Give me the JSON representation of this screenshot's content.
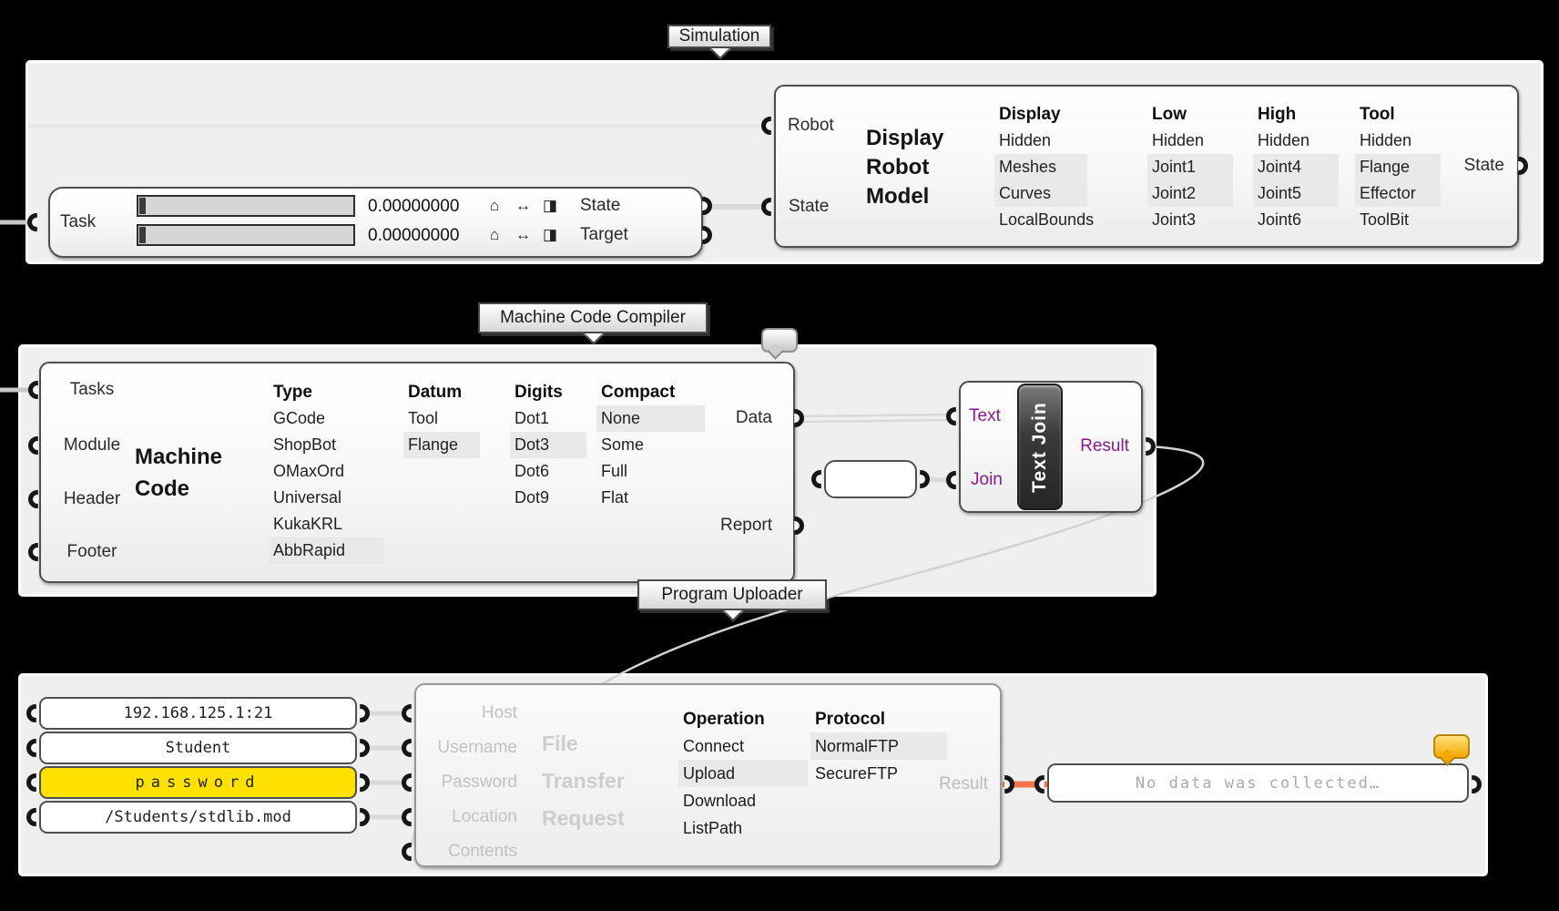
{
  "groups": {
    "simulation": {
      "label": "Simulation"
    },
    "compiler": {
      "label": "Machine Code Compiler"
    },
    "uploader": {
      "label": "Program Uploader"
    }
  },
  "task": {
    "input_label": "Task",
    "rows": [
      {
        "value": "0.00000000",
        "output": "State"
      },
      {
        "value": "0.00000000",
        "output": "Target"
      }
    ],
    "icons": {
      "home": "⌂",
      "arrows": "↔",
      "half_square": "◨"
    }
  },
  "display_robot_model": {
    "inputs": [
      "Robot",
      "State"
    ],
    "title_lines": [
      "Display",
      "Robot",
      "Model"
    ],
    "output": "State",
    "columns": [
      {
        "header": "Display",
        "items": [
          "Hidden",
          "Meshes",
          "Curves",
          "LocalBounds"
        ],
        "selected": [
          1,
          2
        ]
      },
      {
        "header": "Low",
        "items": [
          "Hidden",
          "Joint1",
          "Joint2",
          "Joint3"
        ],
        "selected": [
          1,
          2
        ]
      },
      {
        "header": "High",
        "items": [
          "Hidden",
          "Joint4",
          "Joint5",
          "Joint6"
        ],
        "selected": [
          1,
          2
        ]
      },
      {
        "header": "Tool",
        "items": [
          "Hidden",
          "Flange",
          "Effector",
          "ToolBit"
        ],
        "selected": [
          1,
          2
        ]
      }
    ]
  },
  "machine_code": {
    "inputs": [
      "Tasks",
      "Module",
      "Header",
      "Footer"
    ],
    "title_lines": [
      "Machine",
      "Code"
    ],
    "outputs": [
      "Data",
      "Report"
    ],
    "columns": [
      {
        "header": "Type",
        "items": [
          "GCode",
          "ShopBot",
          "OMaxOrd",
          "Universal",
          "KukaKRL",
          "AbbRapid"
        ],
        "selected": [
          5
        ]
      },
      {
        "header": "Datum",
        "items": [
          "Tool",
          "Flange"
        ],
        "selected": [
          1
        ]
      },
      {
        "header": "Digits",
        "items": [
          "Dot1",
          "Dot3",
          "Dot6",
          "Dot9"
        ],
        "selected": [
          1
        ]
      },
      {
        "header": "Compact",
        "items": [
          "None",
          "Some",
          "Full",
          "Flat"
        ],
        "selected": [
          0
        ]
      }
    ]
  },
  "text_join": {
    "inputs": [
      "Text",
      "Join"
    ],
    "badge": "Text Join",
    "output": "Result"
  },
  "value_panels": [
    {
      "text": "192.168.125.1:21",
      "highlighted": false
    },
    {
      "text": "Student",
      "highlighted": false
    },
    {
      "text": "password",
      "highlighted": true
    },
    {
      "text": "/Students/stdlib.mod",
      "highlighted": false
    }
  ],
  "file_transfer": {
    "inputs": [
      "Host",
      "Username",
      "Password",
      "Location",
      "Contents"
    ],
    "title_lines": [
      "File",
      "Transfer",
      "Request"
    ],
    "output": "Result",
    "columns": [
      {
        "header": "Operation",
        "items": [
          "Connect",
          "Upload",
          "Download",
          "ListPath"
        ],
        "selected": [
          1
        ]
      },
      {
        "header": "Protocol",
        "items": [
          "NormalFTP",
          "SecureFTP"
        ],
        "selected": [
          0
        ]
      }
    ]
  },
  "result_panel": {
    "text": "No data was collected…"
  },
  "colors": {
    "param_accent": "#8B1A8B",
    "wire_orange": "#F2734C",
    "panel_yellow": "#FFE100",
    "bubble_yellow": "#F5A800",
    "bubble_gray": "#D8D8D8",
    "group_fill": "#EFEFEF"
  }
}
